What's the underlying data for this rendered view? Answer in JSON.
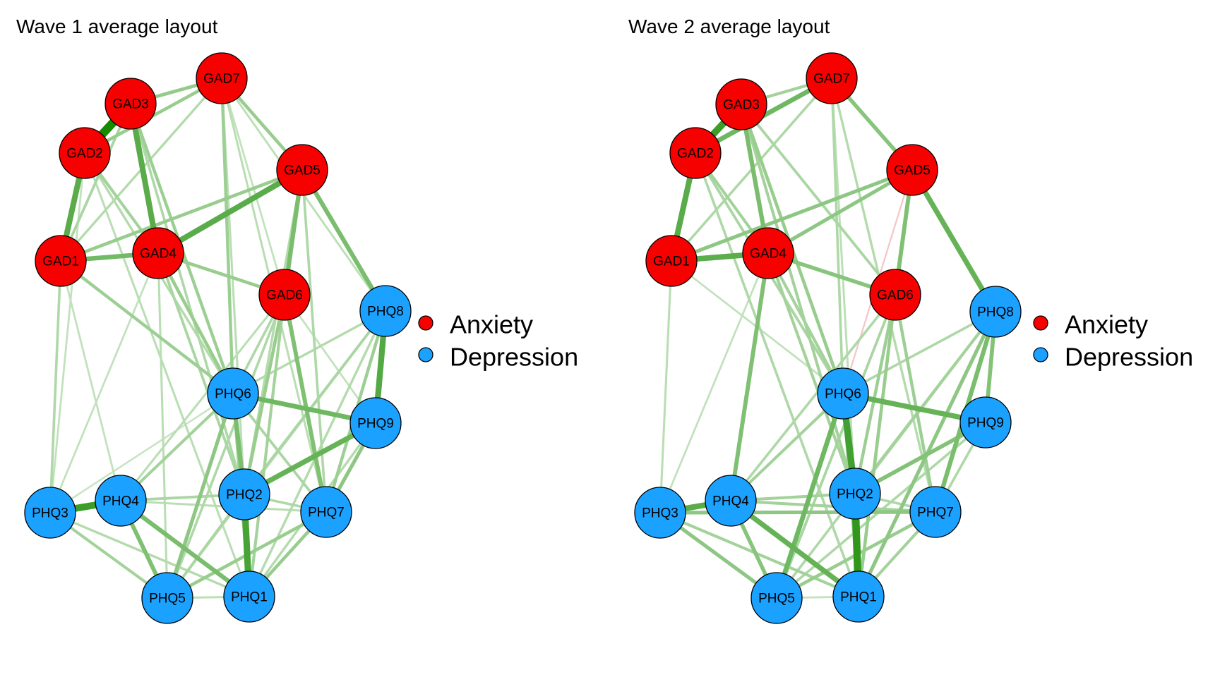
{
  "figure": {
    "panels": [
      {
        "id": "wave1",
        "title": "Wave 1 average layout",
        "legend": [
          {
            "label": "Anxiety",
            "group": "anxiety"
          },
          {
            "label": "Depression",
            "group": "depression"
          }
        ],
        "edges": [
          [
            "GAD2",
            "GAD3",
            1.0
          ],
          [
            "GAD3",
            "GAD4",
            0.62
          ],
          [
            "GAD2",
            "GAD1",
            0.62
          ],
          [
            "GAD4",
            "GAD5",
            0.62
          ],
          [
            "GAD1",
            "GAD4",
            0.48
          ],
          [
            "GAD5",
            "PHQ8",
            0.45
          ],
          [
            "GAD5",
            "GAD6",
            0.45
          ],
          [
            "PHQ8",
            "PHQ9",
            0.65
          ],
          [
            "PHQ6",
            "PHQ9",
            0.5
          ],
          [
            "PHQ2",
            "PHQ9",
            0.55
          ],
          [
            "PHQ6",
            "PHQ2",
            0.45
          ],
          [
            "PHQ2",
            "PHQ1",
            0.72
          ],
          [
            "PHQ3",
            "PHQ4",
            0.78
          ],
          [
            "PHQ4",
            "PHQ1",
            0.45
          ],
          [
            "PHQ4",
            "PHQ5",
            0.42
          ],
          [
            "GAD6",
            "PHQ7",
            0.42
          ],
          [
            "GAD7",
            "GAD3",
            0.32
          ],
          [
            "GAD7",
            "GAD2",
            0.3
          ],
          [
            "GAD7",
            "GAD5",
            0.3
          ],
          [
            "GAD7",
            "PHQ6",
            0.28
          ],
          [
            "GAD7",
            "GAD1",
            0.18
          ],
          [
            "GAD7",
            "PHQ2",
            0.15
          ],
          [
            "GAD7",
            "PHQ7",
            0.15
          ],
          [
            "GAD7",
            "GAD6",
            0.12
          ],
          [
            "GAD7",
            "PHQ8",
            0.14
          ],
          [
            "GAD5",
            "GAD1",
            0.3
          ],
          [
            "GAD5",
            "PHQ2",
            0.18
          ],
          [
            "GAD5",
            "PHQ7",
            0.2
          ],
          [
            "GAD4",
            "GAD6",
            0.3
          ],
          [
            "GAD4",
            "PHQ6",
            0.3
          ],
          [
            "GAD4",
            "PHQ2",
            0.22
          ],
          [
            "GAD4",
            "PHQ5",
            0.15
          ],
          [
            "GAD3",
            "PHQ6",
            0.28
          ],
          [
            "GAD3",
            "GAD1",
            0.22
          ],
          [
            "GAD3",
            "PHQ2",
            0.2
          ],
          [
            "GAD2",
            "GAD4",
            0.25
          ],
          [
            "GAD2",
            "PHQ6",
            0.18
          ],
          [
            "GAD2",
            "PHQ1",
            0.15
          ],
          [
            "GAD2",
            "PHQ3",
            0.12
          ],
          [
            "GAD1",
            "PHQ3",
            0.2
          ],
          [
            "GAD1",
            "PHQ6",
            0.28
          ],
          [
            "GAD1",
            "PHQ4",
            0.12
          ],
          [
            "GAD6",
            "PHQ2",
            0.3
          ],
          [
            "GAD6",
            "PHQ1",
            0.25
          ],
          [
            "GAD6",
            "PHQ5",
            0.2
          ],
          [
            "GAD6",
            "PHQ4",
            0.15
          ],
          [
            "GAD6",
            "PHQ6",
            0.2
          ],
          [
            "GAD6",
            "PHQ9",
            0.12
          ],
          [
            "PHQ8",
            "PHQ2",
            0.22
          ],
          [
            "PHQ8",
            "PHQ7",
            0.28
          ],
          [
            "PHQ8",
            "PHQ6",
            0.18
          ],
          [
            "PHQ8",
            "PHQ1",
            0.18
          ],
          [
            "PHQ8",
            "PHQ5",
            0.14
          ],
          [
            "PHQ9",
            "PHQ7",
            0.35
          ],
          [
            "PHQ9",
            "PHQ1",
            0.18
          ],
          [
            "PHQ6",
            "PHQ5",
            0.35
          ],
          [
            "PHQ6",
            "PHQ4",
            0.25
          ],
          [
            "PHQ6",
            "PHQ7",
            0.22
          ],
          [
            "PHQ6",
            "PHQ1",
            0.25
          ],
          [
            "PHQ2",
            "PHQ4",
            0.22
          ],
          [
            "PHQ2",
            "PHQ7",
            0.2
          ],
          [
            "PHQ2",
            "PHQ5",
            0.22
          ],
          [
            "PHQ7",
            "PHQ5",
            0.3
          ],
          [
            "PHQ7",
            "PHQ1",
            0.3
          ],
          [
            "PHQ3",
            "PHQ5",
            0.25
          ],
          [
            "PHQ3",
            "PHQ1",
            0.18
          ],
          [
            "PHQ4",
            "PHQ7",
            0.15
          ],
          [
            "PHQ5",
            "PHQ1",
            0.14
          ],
          [
            "PHQ3",
            "GAD4",
            0.12
          ],
          [
            "PHQ3",
            "PHQ6",
            0.1
          ]
        ]
      },
      {
        "id": "wave2",
        "title": "Wave 2 average layout",
        "legend": [
          {
            "label": "Anxiety",
            "group": "anxiety"
          },
          {
            "label": "Depression",
            "group": "depression"
          }
        ],
        "edges": [
          [
            "GAD2",
            "GAD3",
            0.78
          ],
          [
            "GAD2",
            "GAD7",
            0.5
          ],
          [
            "GAD3",
            "GAD4",
            0.45
          ],
          [
            "GAD2",
            "GAD1",
            0.62
          ],
          [
            "GAD1",
            "GAD4",
            0.6
          ],
          [
            "GAD4",
            "GAD5",
            0.35
          ],
          [
            "GAD1",
            "GAD5",
            0.35
          ],
          [
            "GAD5",
            "PHQ8",
            0.55
          ],
          [
            "GAD5",
            "GAD6",
            0.42
          ],
          [
            "GAD7",
            "GAD5",
            0.38
          ],
          [
            "GAD7",
            "GAD3",
            0.25
          ],
          [
            "GAD7",
            "PHQ6",
            0.2
          ],
          [
            "GAD7",
            "GAD1",
            0.2
          ],
          [
            "GAD7",
            "PHQ7",
            0.18
          ],
          [
            "GAD7",
            "PHQ2",
            0.14
          ],
          [
            "GAD4",
            "GAD6",
            0.38
          ],
          [
            "GAD4",
            "PHQ4",
            0.42
          ],
          [
            "GAD4",
            "PHQ6",
            0.25
          ],
          [
            "GAD4",
            "PHQ2",
            0.25
          ],
          [
            "GAD3",
            "PHQ6",
            0.3
          ],
          [
            "GAD3",
            "PHQ2",
            0.25
          ],
          [
            "GAD3",
            "GAD6",
            0.22
          ],
          [
            "GAD2",
            "PHQ6",
            0.22
          ],
          [
            "GAD2",
            "GAD4",
            0.25
          ],
          [
            "GAD2",
            "PHQ1",
            0.2
          ],
          [
            "GAD1",
            "PHQ3",
            0.15
          ],
          [
            "GAD1",
            "PHQ6",
            0.12
          ],
          [
            "GAD6",
            "PHQ2",
            0.28
          ],
          [
            "GAD6",
            "PHQ1",
            0.3
          ],
          [
            "GAD6",
            "PHQ7",
            0.28
          ],
          [
            "GAD6",
            "PHQ5",
            0.22
          ],
          [
            "GAD6",
            "PHQ4",
            0.2
          ],
          [
            "PHQ8",
            "PHQ9",
            0.4
          ],
          [
            "PHQ8",
            "PHQ7",
            0.45
          ],
          [
            "PHQ8",
            "PHQ1",
            0.35
          ],
          [
            "PHQ8",
            "PHQ2",
            0.25
          ],
          [
            "PHQ8",
            "PHQ5",
            0.2
          ],
          [
            "PHQ8",
            "PHQ6",
            0.2
          ],
          [
            "PHQ6",
            "PHQ9",
            0.55
          ],
          [
            "PHQ6",
            "PHQ2",
            0.75
          ],
          [
            "PHQ6",
            "PHQ5",
            0.5
          ],
          [
            "PHQ6",
            "PHQ4",
            0.25
          ],
          [
            "PHQ6",
            "PHQ1",
            0.25
          ],
          [
            "PHQ2",
            "PHQ1",
            0.85
          ],
          [
            "PHQ2",
            "PHQ9",
            0.4
          ],
          [
            "PHQ2",
            "PHQ4",
            0.25
          ],
          [
            "PHQ2",
            "PHQ7",
            0.2
          ],
          [
            "PHQ9",
            "PHQ7",
            0.2
          ],
          [
            "PHQ9",
            "PHQ5",
            0.2
          ],
          [
            "PHQ3",
            "PHQ4",
            0.62
          ],
          [
            "PHQ3",
            "PHQ7",
            0.35
          ],
          [
            "PHQ3",
            "PHQ5",
            0.35
          ],
          [
            "PHQ3",
            "PHQ1",
            0.25
          ],
          [
            "PHQ4",
            "PHQ1",
            0.55
          ],
          [
            "PHQ4",
            "PHQ5",
            0.38
          ],
          [
            "PHQ4",
            "PHQ7",
            0.25
          ],
          [
            "PHQ7",
            "PHQ5",
            0.3
          ],
          [
            "PHQ7",
            "PHQ1",
            0.25
          ],
          [
            "PHQ5",
            "PHQ1",
            0.12
          ],
          [
            "PHQ3",
            "GAD4",
            0.12
          ]
        ],
        "negative_edges": [
          [
            "GAD5",
            "PHQ6",
            0.08
          ]
        ]
      }
    ],
    "groups": {
      "anxiety": {
        "label": "Anxiety",
        "color": "#f70000"
      },
      "depression": {
        "label": "Depression",
        "color": "#1ba1ff"
      }
    },
    "nodes": [
      {
        "id": "GAD1",
        "group": "anxiety"
      },
      {
        "id": "GAD2",
        "group": "anxiety"
      },
      {
        "id": "GAD3",
        "group": "anxiety"
      },
      {
        "id": "GAD4",
        "group": "anxiety"
      },
      {
        "id": "GAD5",
        "group": "anxiety"
      },
      {
        "id": "GAD6",
        "group": "anxiety"
      },
      {
        "id": "GAD7",
        "group": "anxiety"
      },
      {
        "id": "PHQ1",
        "group": "depression"
      },
      {
        "id": "PHQ2",
        "group": "depression"
      },
      {
        "id": "PHQ3",
        "group": "depression"
      },
      {
        "id": "PHQ4",
        "group": "depression"
      },
      {
        "id": "PHQ5",
        "group": "depression"
      },
      {
        "id": "PHQ6",
        "group": "depression"
      },
      {
        "id": "PHQ7",
        "group": "depression"
      },
      {
        "id": "PHQ8",
        "group": "depression"
      },
      {
        "id": "PHQ9",
        "group": "depression"
      }
    ],
    "edge_colors": {
      "positive_strong": "#168a00",
      "positive_weak": "#e8f6e6",
      "negative": "#f4c8c8"
    }
  }
}
